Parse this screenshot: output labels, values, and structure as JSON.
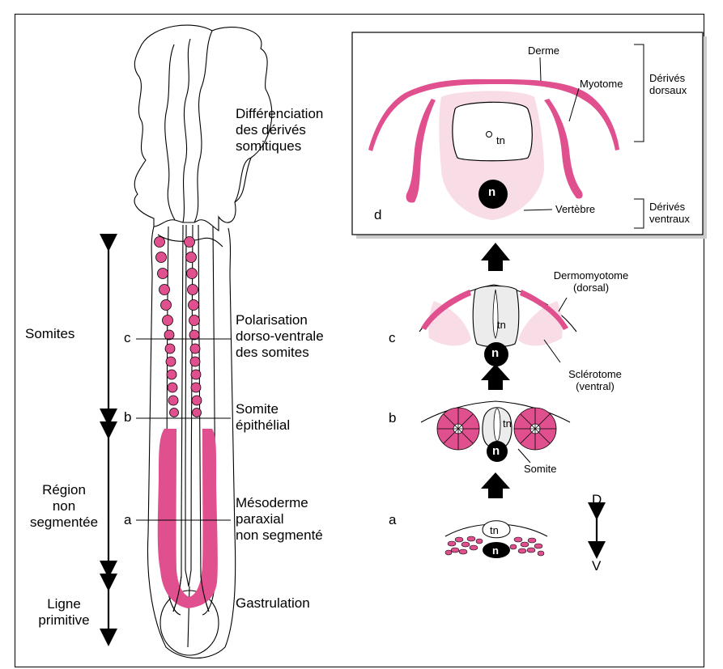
{
  "colors": {
    "pink": "#e0508e",
    "light_pink": "#f8dce6",
    "black": "#000000",
    "grey": "#ececec"
  },
  "left": {
    "ranges": {
      "somites": "Somites",
      "non_seg": "Région\nnon\nsegmentée",
      "primitive": "Ligne\nprimitive"
    },
    "levels": {
      "c": "c",
      "b": "b",
      "a": "a"
    },
    "annotations": {
      "diff": "Différenciation\ndes dérivés\nsomitiques",
      "polar": "Polarisation\ndorso-ventrale\ndes somites",
      "epith": "Somite\népithélial",
      "meso": "Mésoderme\nparaxial\nnon segmenté",
      "gastru": "Gastrulation"
    }
  },
  "right": {
    "levels": {
      "d": "d",
      "c": "c",
      "b": "b",
      "a": "a"
    },
    "box": {
      "derme": "Derme",
      "myotome": "Myotome",
      "dorsal_derivs": "Dérivés\ndorsaux",
      "ventral_derivs": "Dérivés\nventraux",
      "vertebre": "Vertèbre",
      "tn": "tn",
      "n": "n"
    },
    "c_section": {
      "dermomyotome": "Dermomyotome\n(dorsal)",
      "sclerotome": "Sclérotome\n(ventral)",
      "tn": "tn",
      "n": "n"
    },
    "b_section": {
      "somite": "Somite",
      "tn": "tn",
      "n": "n"
    },
    "a_section": {
      "tn": "tn",
      "n": "n"
    },
    "axis": {
      "dorsal": "D",
      "ventral": "V"
    }
  }
}
